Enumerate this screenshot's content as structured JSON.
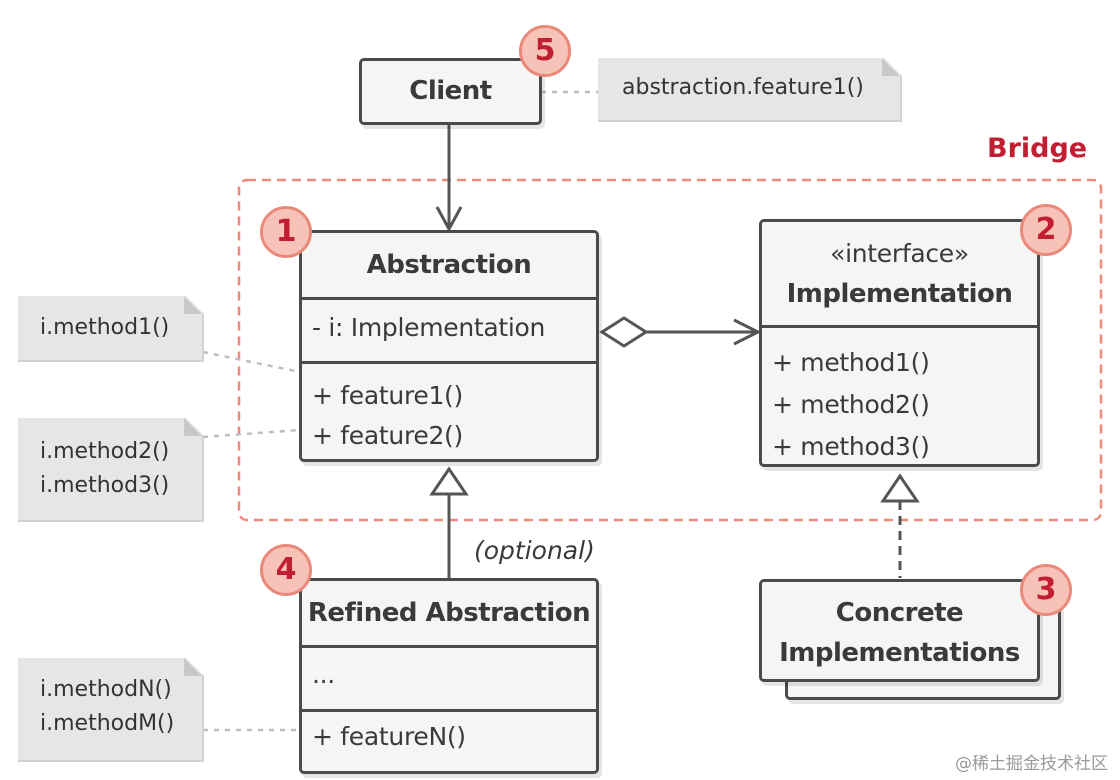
{
  "labels": {
    "bridge": "Bridge",
    "optional": "(optional)",
    "watermark": "@稀土掘金技术社区"
  },
  "boxes": {
    "client": {
      "title": "Client"
    },
    "abstraction": {
      "title": "Abstraction",
      "fields": [
        "- i: Implementation"
      ],
      "methods": [
        "+ feature1()",
        "+ feature2()"
      ]
    },
    "implementation": {
      "stereotype": "«interface»",
      "title": "Implementation",
      "methods": [
        "+ method1()",
        "+ method2()",
        "+ method3()"
      ]
    },
    "refined": {
      "title": "Refined Abstraction",
      "fields": [
        "..."
      ],
      "methods": [
        "+ featureN()"
      ]
    },
    "concrete": {
      "title_line1": "Concrete",
      "title_line2": "Implementations"
    }
  },
  "notes": {
    "client": [
      "abstraction.feature1()"
    ],
    "feature1": [
      "i.method1()"
    ],
    "feature2": [
      "i.method2()",
      "i.method3()"
    ],
    "featureN": [
      "i.methodN()",
      "i.methodM()"
    ]
  },
  "badges": {
    "abstraction": "1",
    "implementation": "2",
    "concrete": "3",
    "refined": "4",
    "client": "5"
  },
  "colors": {
    "badge_text": "#c21e32",
    "badge_fill": "#f7c3b8",
    "badge_border": "#e9897a",
    "bridge_border": "#ee8a7c",
    "bridge_label": "#c21e32",
    "box_border": "#4a4a4a",
    "box_fill": "#f5f5f5",
    "note_fill": "#e6e6e6"
  }
}
